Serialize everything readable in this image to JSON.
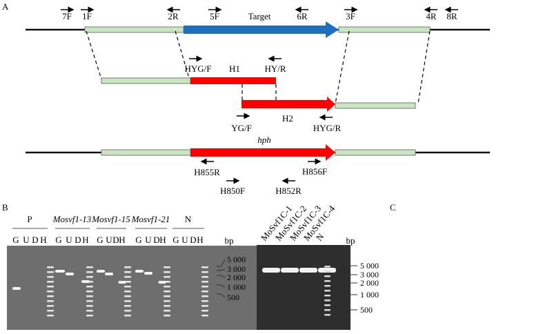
{
  "panel_a": {
    "panel_label": "A",
    "row1_primers": [
      "7F",
      "1F",
      "2R",
      "5F",
      "6R",
      "3F",
      "4R",
      "8R"
    ],
    "target_label": "Target",
    "h1_label": "H1",
    "h2_label": "H2",
    "row2_primers": [
      "HYG/F",
      "HY/R"
    ],
    "row3_primers": [
      "YG/F",
      "HYG/R"
    ],
    "hph_label": "hph",
    "row4_primers": [
      "H855R",
      "H856F",
      "H850F",
      "H852R"
    ],
    "colors": {
      "flank": "#c8e6c0",
      "target": "#1f6fbf",
      "hph": "#ff0000"
    }
  },
  "panel_b": {
    "panel_label": "B",
    "groups": [
      "P",
      "Mosvf1-13",
      "Mosvf1-15",
      "Mosvf1-21",
      "N"
    ],
    "lanes": [
      "G",
      "U",
      "D",
      "H"
    ],
    "unit": "bp",
    "sizes": [
      "5 000",
      "3 000",
      "2 000",
      "1 000",
      "500"
    ]
  },
  "panel_c": {
    "panel_label": "C",
    "lanes": [
      "MoSvf1C-1",
      "MoSvf1C-2",
      "MoSvf1C-3",
      "MoSvf1C-4",
      "N"
    ],
    "unit": "bp",
    "sizes": [
      "5 000",
      "3 000",
      "2 000",
      "1 000",
      "500"
    ]
  }
}
